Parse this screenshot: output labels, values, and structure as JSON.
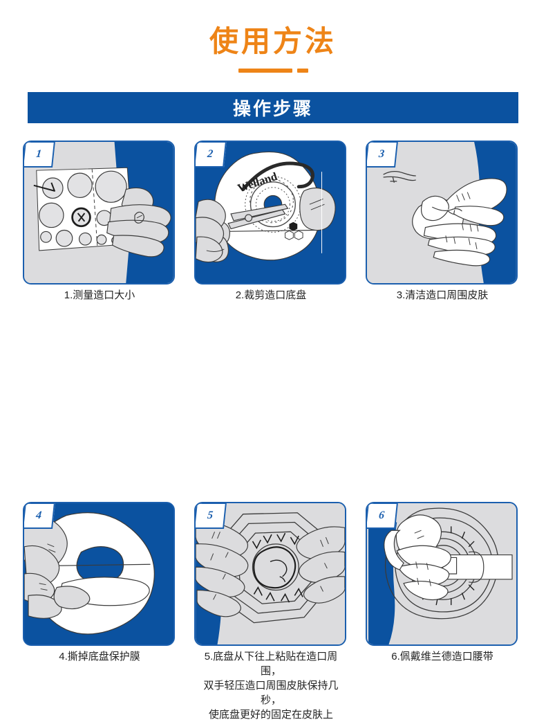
{
  "header": {
    "title": "使用方法",
    "divider_icon": "orange-dash-divider",
    "title_color": "#ee8417"
  },
  "banner": {
    "label": "操作步骤",
    "background_color": "#0b52a0",
    "text_color": "#ffffff"
  },
  "theme": {
    "blue": "#0b52a0",
    "border_blue": "#1b5fae",
    "gray": "#dcdcde",
    "orange": "#ee8417",
    "line": "#3a3a3a"
  },
  "steps": [
    {
      "number": "1",
      "badge_glyph": "1",
      "caption": "1.测量造口大小",
      "background": "gray",
      "illustration": "stoma-measuring-guide-card-held-in-hand"
    },
    {
      "number": "2",
      "badge_glyph": "2",
      "caption": "2.裁剪造口底盘",
      "background": "blue",
      "brand_text": "Welland",
      "illustration": "cutting-baseplate-with-scissors"
    },
    {
      "number": "3",
      "badge_glyph": "3",
      "caption": "3.清洁造口周围皮肤",
      "background": "gray",
      "illustration": "hands-cleaning-peristomal-skin-with-wipe"
    },
    {
      "number": "4",
      "badge_glyph": "4",
      "caption": "4.撕掉底盘保护膜",
      "background": "blue",
      "illustration": "peeling-protective-film-from-baseplate"
    },
    {
      "number": "5",
      "badge_glyph": "5",
      "caption_lines": [
        "5.底盘从下往上粘贴在造口周围，",
        "双手轻压造口周围皮肤保持几秒，",
        "使底盘更好的固定在皮肤上"
      ],
      "background": "gray",
      "illustration": "applying-baseplate-around-stoma-with-both-hands"
    },
    {
      "number": "6",
      "badge_glyph": "6",
      "caption": "6.佩戴维兰德造口腰带",
      "background": "gray",
      "illustration": "attaching-ostomy-belt-to-baseplate"
    }
  ]
}
